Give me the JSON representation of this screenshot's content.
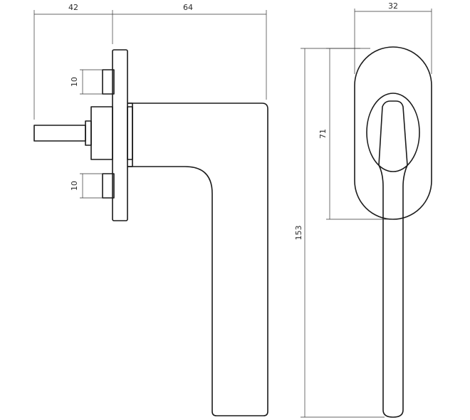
{
  "dimensions": {
    "spindle_length": "42",
    "lever_projection": "64",
    "screw_upper": "10",
    "screw_lower": "10",
    "rose_width": "32",
    "rose_height": "71",
    "overall_height": "153"
  },
  "colors": {
    "line": "#1a1a1a",
    "dimension_line": "#333333",
    "background": "#ffffff"
  }
}
